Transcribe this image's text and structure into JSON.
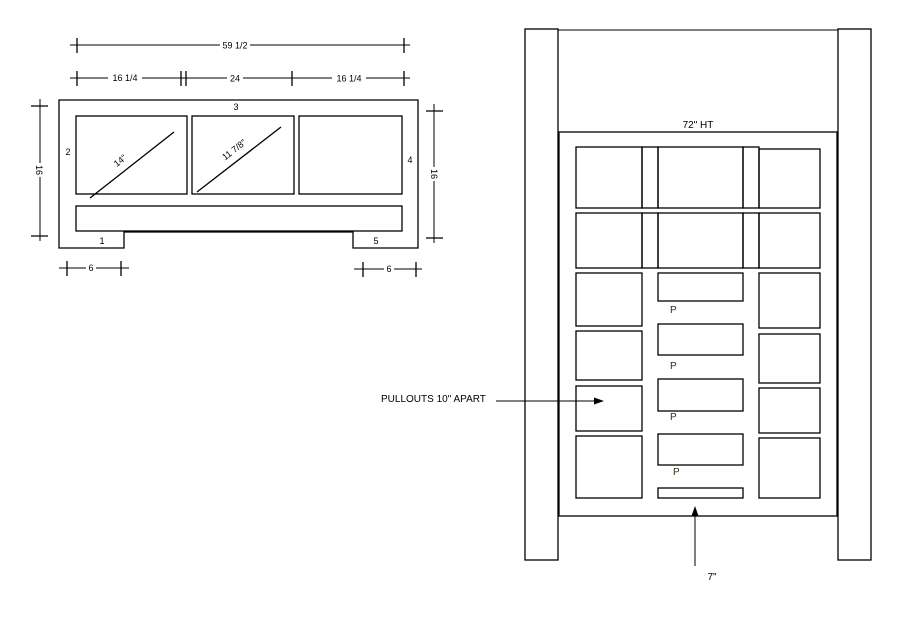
{
  "front_view": {
    "overall_width": "59 1/2",
    "left_section_width": "16 1/4",
    "center_section_width": "24",
    "right_section_width": "16 1/4",
    "left_height": "16",
    "right_height": "16",
    "left_foot_width": "6",
    "right_foot_width": "6",
    "diagonal_left": "14\"",
    "diagonal_center": "11 7/8\"",
    "part_labels": [
      "1",
      "2",
      "3",
      "4",
      "5"
    ]
  },
  "elevation_view": {
    "height_label": "72\" HT",
    "pullout_marker": "P",
    "pullouts_note": "PULLOUTS 10\" APART",
    "bottom_offset": "7\""
  }
}
